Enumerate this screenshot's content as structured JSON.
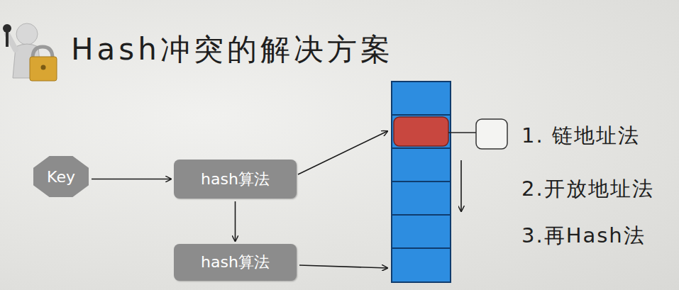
{
  "diagram": {
    "title": "Hash冲突的解决方案",
    "nodes": [
      {
        "text": [
          "Key"
        ]
      },
      {
        "text": [
          "hash算法"
        ]
      },
      {
        "text": [
          "hash算法"
        ]
      }
    ],
    "edges": [
      {
        "from": 0,
        "to": 1,
        "arrow": "to"
      },
      {
        "from": 1,
        "to": 2,
        "arrow": "to"
      }
    ],
    "labels": [
      "1. 链地址法",
      "2.开放地址法",
      "3.再Hash法"
    ]
  }
}
